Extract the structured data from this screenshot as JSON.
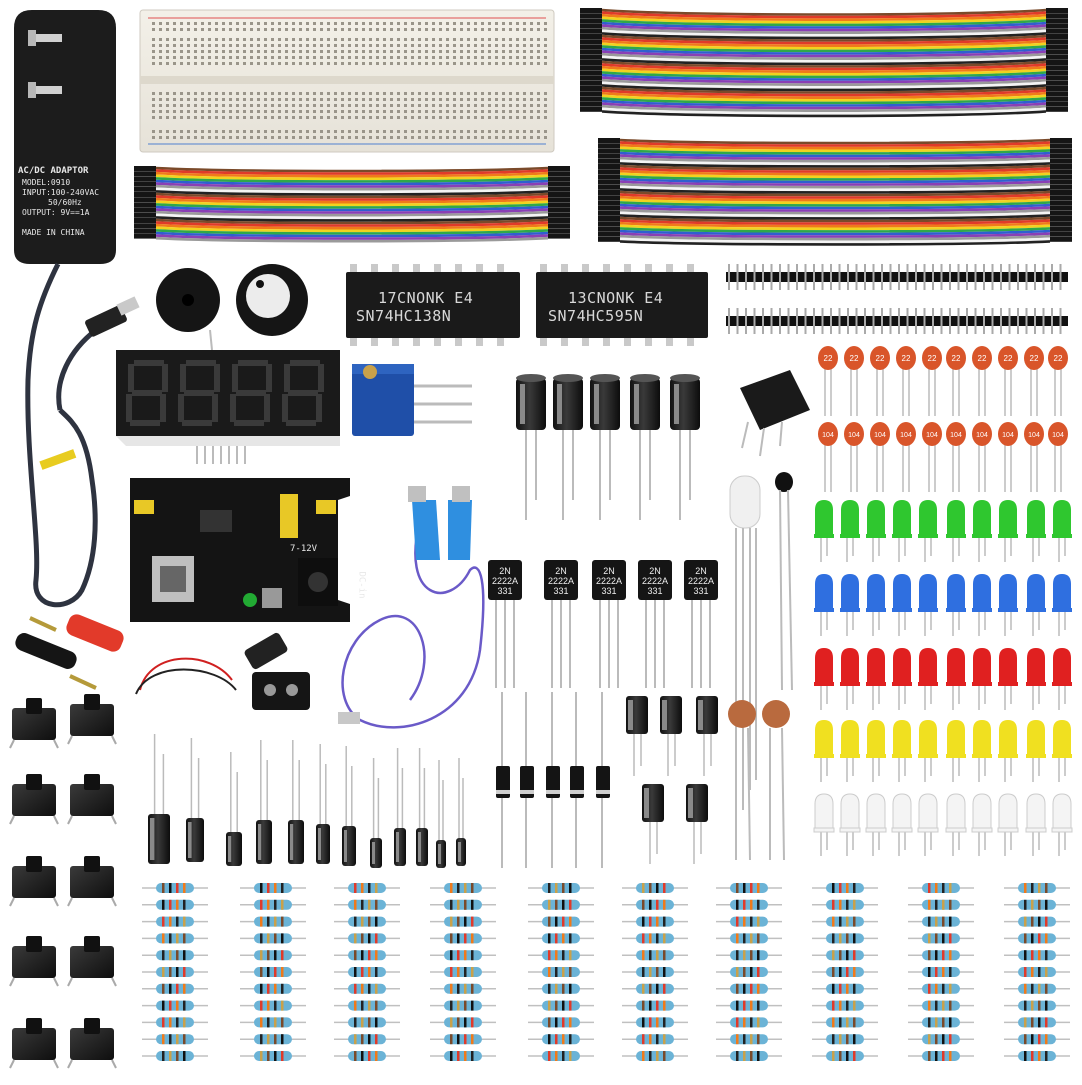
{
  "adapter": {
    "line1": "AC/DC ADAPTOR",
    "line2": "MODEL:0910",
    "line3": "INPUT:100-240VAC",
    "line4": "50/60Hz",
    "line5": "OUTPUT: 9V==1A",
    "line6": "MADE IN CHINA"
  },
  "chips": {
    "chip1_top": "17CNONK E4",
    "chip1_bottom": "SN74HC138N",
    "chip2_top": "13CNONK E4",
    "chip2_bottom": "SN74HC595N"
  },
  "transistor": {
    "line1": "2N",
    "line2": "2222A",
    "line3": "331"
  },
  "power_module": {
    "dc_in": "DC-in",
    "v712": "7-12V"
  },
  "ceramic": {
    "row1": "22",
    "row2": "104"
  },
  "colors": {
    "led_green": "#2fc72f",
    "led_blue": "#2f6fe0",
    "led_red": "#e02020",
    "led_yellow": "#f0e020",
    "led_white": "#f4f4f4",
    "resistor_body": "#6bb3d6",
    "ceramic": "#d9552a",
    "wire_red": "#e03a2a",
    "wire_orange": "#f07a1a",
    "wire_yellow": "#f2d21e",
    "wire_green": "#2fa84a",
    "wire_blue": "#2f5fd0",
    "wire_purple": "#8a3fb5",
    "wire_gray": "#9a9a9a",
    "wire_white": "#f4f4f4",
    "wire_black": "#222222",
    "wire_brown": "#7a4a2a"
  }
}
